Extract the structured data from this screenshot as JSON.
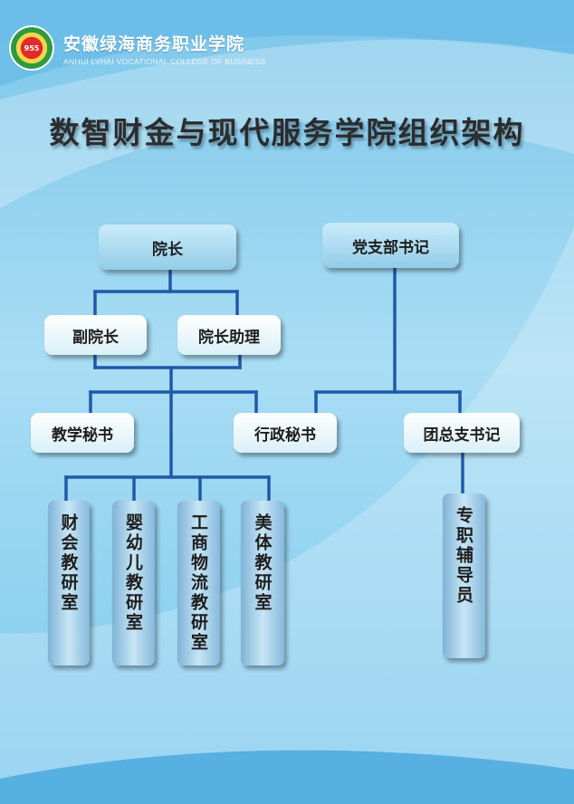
{
  "header": {
    "school_name_cn": "安徽绿海商务职业学院",
    "school_name_en": "ANHUI LVHAI VOCATIONAL COLLEGE OF BUSINESS",
    "logo_text": "955"
  },
  "title": "数智财金与现代服务学院组织架构",
  "nodes": {
    "dean": "院长",
    "party_secretary": "党支部书记",
    "vice_dean": "副院长",
    "dean_assistant": "院长助理",
    "teaching_secretary": "教学秘书",
    "admin_secretary": "行政秘书",
    "league_secretary": "团总支书记",
    "finance_office": "财会教研室",
    "childcare_office": "婴幼儿教研室",
    "logistics_office": "工商物流教研室",
    "beauty_office": "美体教研室",
    "counselor": "专职辅导员"
  },
  "colors": {
    "line": "#1f5aa8",
    "box_blue": "#a9dcf2",
    "box_light": "#eaf7fc",
    "vertical_box": "#9fcbe8"
  }
}
